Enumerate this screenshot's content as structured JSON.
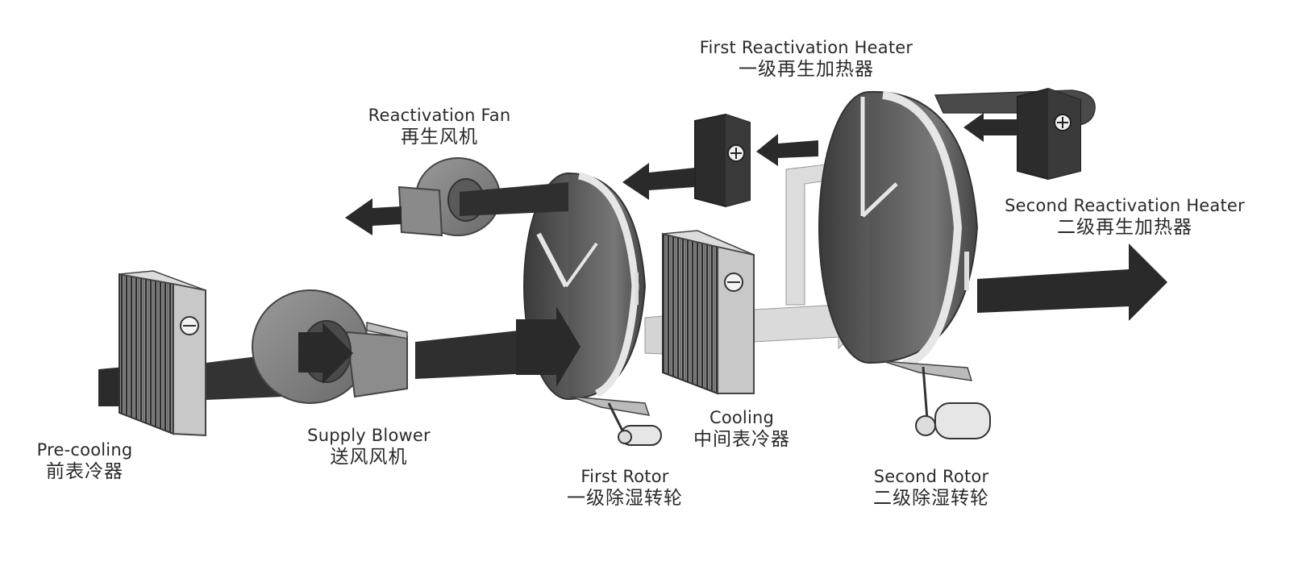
{
  "labels": {
    "pre_cooling": {
      "en": "Pre-cooling",
      "cn": "前表冷器"
    },
    "supply_blower": {
      "en": "Supply Blower",
      "cn": "送风风机"
    },
    "first_rotor": {
      "en": "First Rotor",
      "cn": "一级除湿转轮"
    },
    "cooling": {
      "en": "Cooling",
      "cn": "中间表冷器"
    },
    "second_rotor": {
      "en": "Second Rotor",
      "cn": "二级除湿转轮"
    },
    "reactivation_fan": {
      "en": "Reactivation Fan",
      "cn": "再生风机"
    },
    "first_reactivation_heater": {
      "en": "First Reactivation Heater",
      "cn": "一级再生加热器"
    },
    "second_reactivation_heater": {
      "en": "Second Reactivation Heater",
      "cn": "二级再生加热器"
    }
  }
}
